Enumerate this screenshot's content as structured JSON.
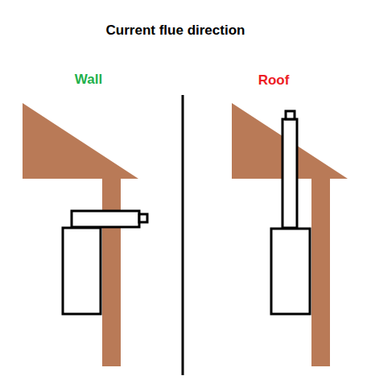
{
  "diagram": {
    "title": "Current flue direction",
    "labels": [
      "Wall",
      "Roof"
    ]
  }
}
